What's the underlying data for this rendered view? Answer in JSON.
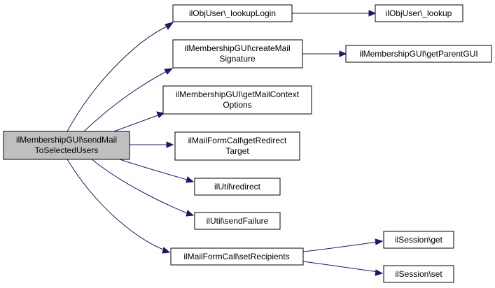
{
  "colors": {
    "edge": "#191970",
    "node_border": "#000000",
    "node_fill": "#ffffff",
    "root_fill": "#bfbfbf"
  },
  "nodes": {
    "root": {
      "lines": [
        "ilMembershipGUI\\sendMail",
        "ToSelectedUsers"
      ]
    },
    "lookup_login": {
      "lines": [
        "ilObjUser\\_lookupLogin"
      ]
    },
    "lookup": {
      "lines": [
        "ilObjUser\\_lookup"
      ]
    },
    "create_mail_signature": {
      "lines": [
        "ilMembershipGUI\\createMail",
        "Signature"
      ]
    },
    "get_parent_gui": {
      "lines": [
        "ilMembershipGUI\\getParentGUI"
      ]
    },
    "get_mail_context_options": {
      "lines": [
        "ilMembershipGUI\\getMailContext",
        "Options"
      ]
    },
    "get_redirect_target": {
      "lines": [
        "ilMailFormCall\\getRedirect",
        "Target"
      ]
    },
    "redirect": {
      "lines": [
        "ilUtil\\redirect"
      ]
    },
    "send_failure": {
      "lines": [
        "ilUtil\\sendFailure"
      ]
    },
    "set_recipients": {
      "lines": [
        "ilMailFormCall\\setRecipients"
      ]
    },
    "session_get": {
      "lines": [
        "ilSession\\get"
      ]
    },
    "session_set": {
      "lines": [
        "ilSession\\set"
      ]
    }
  }
}
